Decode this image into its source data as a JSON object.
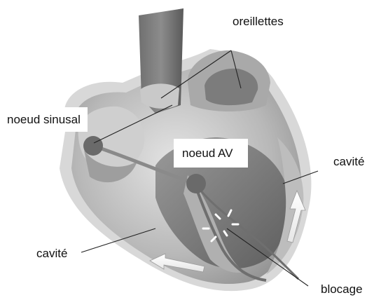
{
  "diagram": {
    "labels": {
      "atria": "oreillettes",
      "sinus_node": "noeud sinusal",
      "av_node": "noeud AV",
      "chamber_right": "cavité",
      "chamber_left": "cavité",
      "block": "blocage"
    }
  }
}
